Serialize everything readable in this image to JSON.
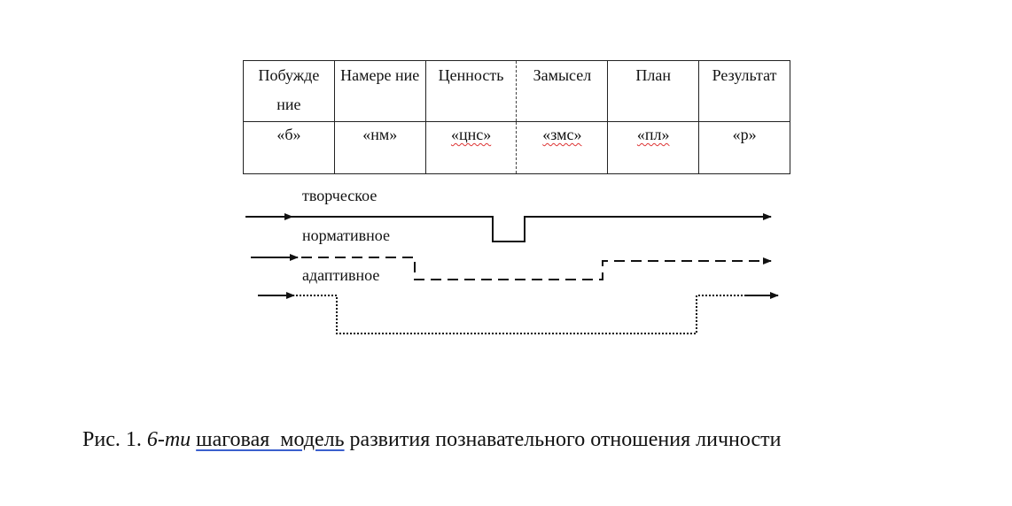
{
  "table": {
    "headers": [
      "Побужде ние",
      "Намере ние",
      "Ценность",
      "Замысел",
      "План",
      "Результат"
    ],
    "codes": [
      "«б»",
      "«нм»",
      "«цнс»",
      "«змс»",
      "«пл»",
      "«р»"
    ]
  },
  "tracks": [
    {
      "label": "творческое",
      "style": "solid"
    },
    {
      "label": "нормативное",
      "style": "dashed"
    },
    {
      "label": "адаптивное",
      "style": "dotted"
    }
  ],
  "caption": {
    "prefix": "Рис. 1. ",
    "italic": "6-ти",
    "underlined": "шаговая  модель",
    "suffix": " развития познавательного отношения личности"
  },
  "colors": {
    "line": "#111111",
    "underline_accent": "#3a5fcd",
    "spell_mark": "#dd3333"
  }
}
